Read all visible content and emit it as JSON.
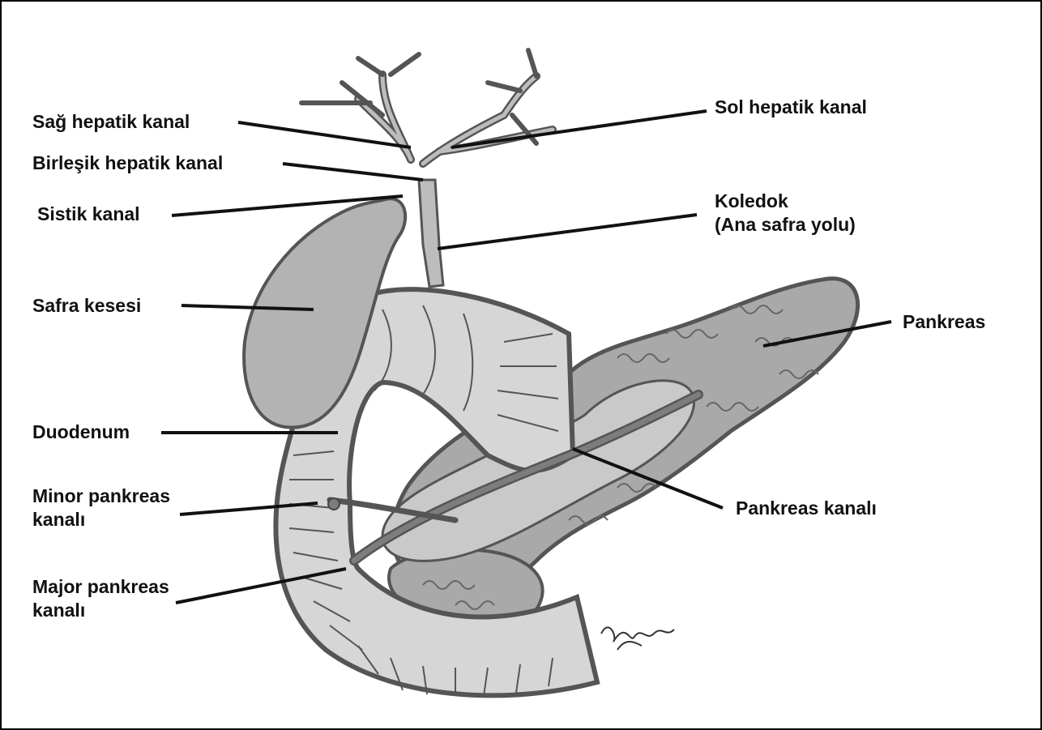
{
  "labels": {
    "right_hepatic": "Sağ hepatik kanal",
    "common_hepatic": "Birleşik hepatik kanal",
    "cystic": "Sistik kanal",
    "gallbladder": "Safra kesesi",
    "duodenum": "Duodenum",
    "minor_duct_line1": "Minor pankreas",
    "minor_duct_line2": "kanalı",
    "major_duct_line1": "Major pankreas",
    "major_duct_line2": "kanalı",
    "left_hepatic": "Sol hepatik kanal",
    "cbd_line1": "Koledok",
    "cbd_line2": "(Ana safra yolu)",
    "pancreas": "Pankreas",
    "pancreatic_duct": "Pankreas kanalı"
  },
  "signature": "s. fercigun",
  "colors": {
    "outline": "#555555",
    "organ_fill": "#bdbdbd",
    "pancreas_fill": "#a9a9a9",
    "duct_fill": "#7d7d7d",
    "duodenum_fill": "#d6d6d6",
    "label": "#111111"
  }
}
